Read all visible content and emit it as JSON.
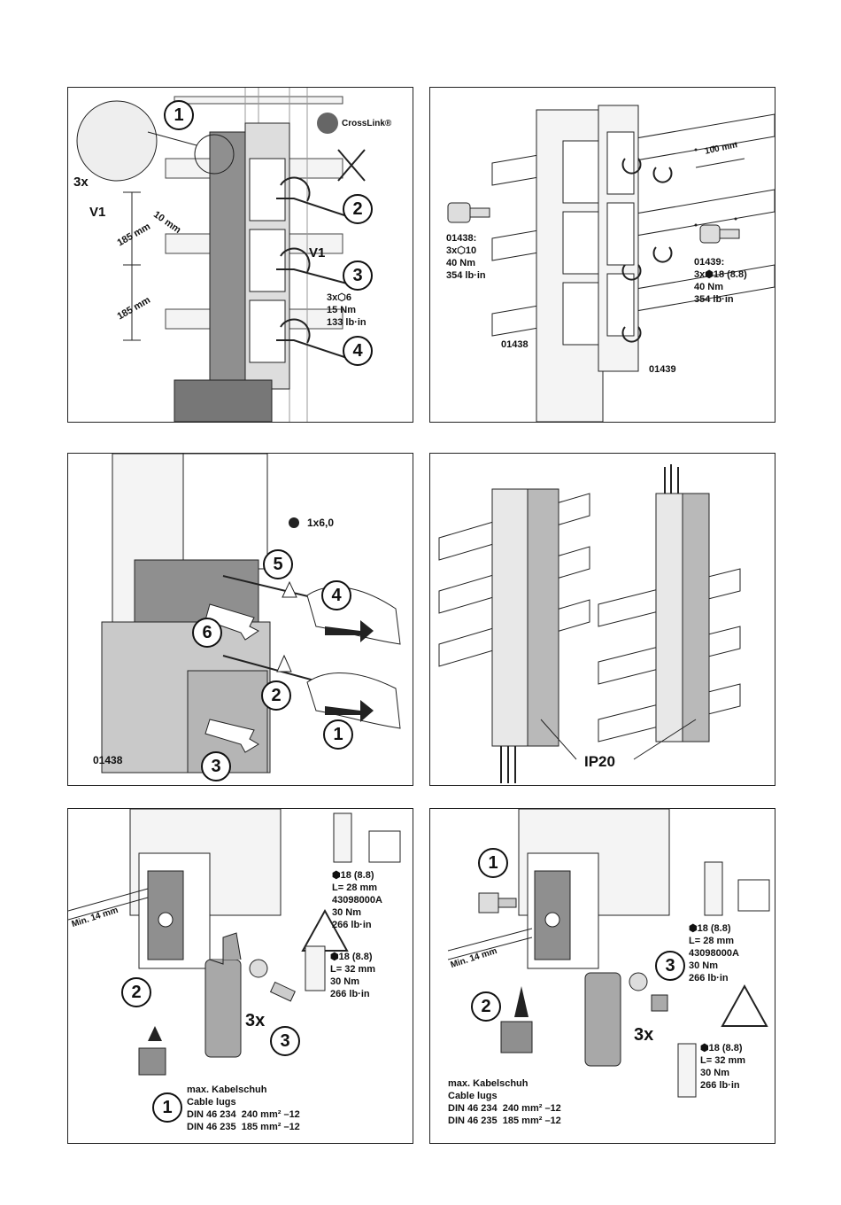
{
  "panel1": {
    "brand": "CrossLink®",
    "count": "3x",
    "variant": "V1",
    "variant2": "V1",
    "dim_185a": "185 mm",
    "dim_185b": "185 mm",
    "dim_10": "10 mm",
    "torque": "3x⬡6\n15 Nm\n133 lb·in",
    "steps": [
      "1",
      "2",
      "3",
      "4"
    ]
  },
  "panel2": {
    "left_code": "01438:\n3x⬡10\n40 Nm\n354 lb·in",
    "right_code": "01439:\n3x⬢18 (8.8)\n40 Nm\n354 lb·in",
    "dim_100": "100 mm",
    "label_01438": "01438",
    "label_01439": "01439"
  },
  "panel3": {
    "tool": "1x6,0",
    "model": "01438",
    "steps": [
      "1",
      "2",
      "3",
      "4",
      "5",
      "6"
    ]
  },
  "panel4": {
    "ip": "IP20"
  },
  "panel5": {
    "spec1": "⬢18 (8.8)\nL= 28 mm\n43098000A\n30 Nm\n266 lb·in",
    "spec2": "⬢18 (8.8)\nL= 32 mm\n30 Nm\n266 lb·in",
    "min": "Min. 14 mm",
    "count": "3x",
    "cable": "max. Kabelschuh\nCable lugs\nDIN 46 234  240 mm² –12\nDIN 46 235  185 mm² –12",
    "steps": [
      "1",
      "2",
      "3"
    ]
  },
  "panel6": {
    "spec1": "⬢18 (8.8)\nL= 28 mm\n43098000A\n30 Nm\n266 lb·in",
    "spec2": "⬢18 (8.8)\nL= 32 mm\n30 Nm\n266 lb·in",
    "min": "Min. 14 mm",
    "count": "3x",
    "cable": "max. Kabelschuh\nCable lugs\nDIN 46 234  240 mm² –12\nDIN 46 235  185 mm² –12",
    "steps": [
      "1",
      "2",
      "3"
    ]
  }
}
